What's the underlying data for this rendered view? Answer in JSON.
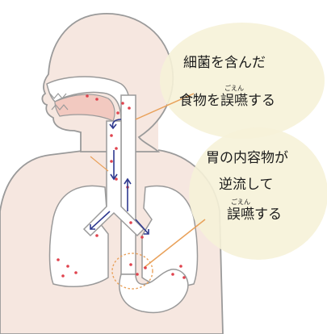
{
  "callout_1": {
    "line_1": "細菌を含んだ",
    "line_2_pre": "食物を",
    "line_2_kanji": "誤嚥",
    "line_2_post": "する",
    "ruby": "ごえん"
  },
  "callout_2": {
    "line_1": "胃の内容物が",
    "line_2": "逆流して",
    "line_3_kanji": "誤嚥",
    "line_3_post": "する",
    "ruby": "ごえん"
  },
  "colors": {
    "body_fill": "#f6e7e0",
    "outline": "#9a9a9a",
    "bubble": "#f6f2d8",
    "pointer": "#e9a15a",
    "dots": "#e0434e",
    "arrows": "#2f3a8f"
  }
}
